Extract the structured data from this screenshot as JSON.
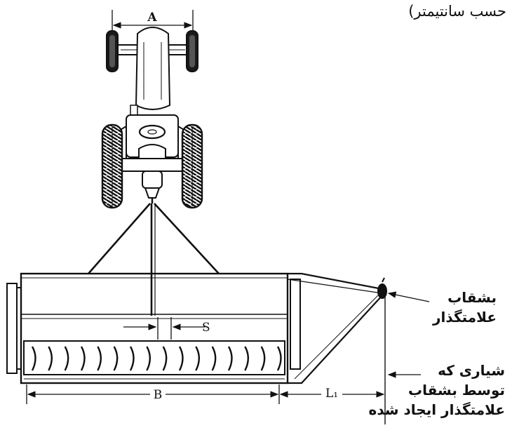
{
  "unit_note": "حسب سانتیمتر)",
  "dimensions": {
    "A": "A",
    "B": "B",
    "S": "S",
    "L1": "L₁"
  },
  "labels": {
    "marker_disc": [
      "بشقاب",
      "علامتگذار"
    ],
    "furrow": [
      "شیاری که",
      "توسط بشقاب",
      "علامتگذار ایجاد شده"
    ]
  },
  "colors": {
    "ink": "#111111",
    "tire": "#1a1a1a"
  }
}
